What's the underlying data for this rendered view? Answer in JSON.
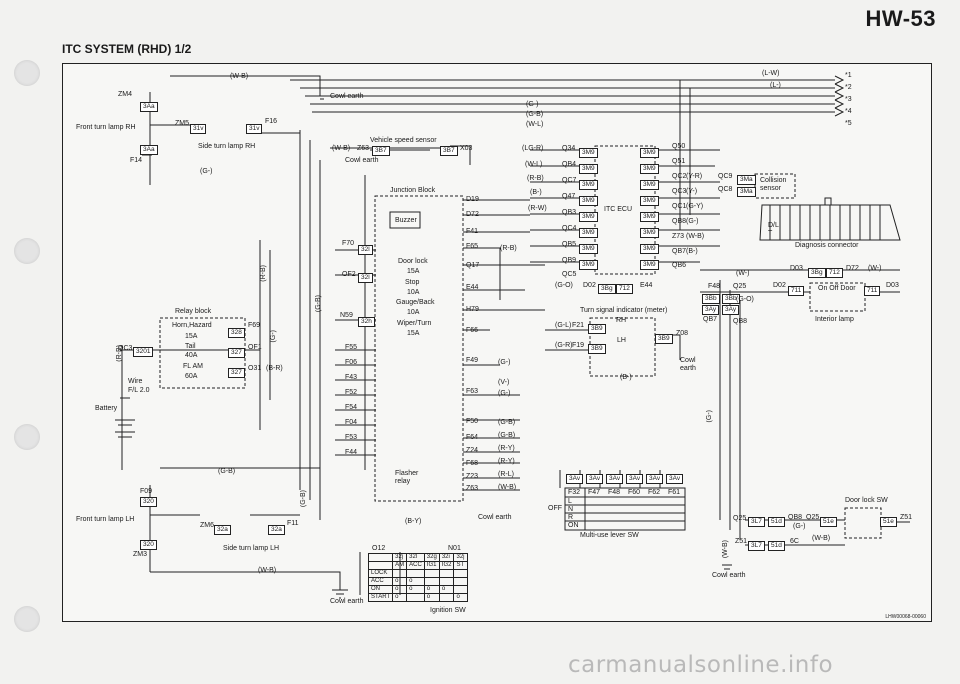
{
  "page_number": "HW-53",
  "title": "ITC SYSTEM (RHD) 1/2",
  "ref_code": "LHW00068-00060",
  "watermark": "carmanualsonline.info",
  "labels": {
    "wire_wb": "(W-B)",
    "cowl_earth_top": "Cowl earth",
    "zm4": "ZM4",
    "b3aa_1": "3Aa",
    "front_turn_rh": "Front turn lamp RH",
    "b3aa_2": "3Aa",
    "f14": "F14",
    "zm5": "ZM5",
    "b31v_1": "31v",
    "b31v_2": "31v",
    "f16": "F16",
    "side_turn_rh": "Side turn lamp RH",
    "wire_g_1": "(G-)",
    "vss_title": "Vehicle speed sensor",
    "vss_wb": "(W-B)",
    "z63": "Z63",
    "b3b7_1": "3B7",
    "b3b7_2": "3B7",
    "x03": "X03",
    "cowl_earth_2": "Cowl earth",
    "junction_block": "Junction Block",
    "buzzer": "Buzzer",
    "relay_block": "Relay block",
    "horn_hazard": "Horn,Hazard",
    "r15a": "15A",
    "tail": "Tail",
    "r40a": "40A",
    "fl_am": "FL AM",
    "r60a": "60A",
    "wire": "Wire",
    "fl20": "F/L 2.0",
    "battery": "Battery",
    "qc3": "QC3",
    "b3201": "3201",
    "f69": "F69",
    "of1": "OF1",
    "o31": "O31",
    "b328": "328",
    "b327_1": "327",
    "b327_2": "327",
    "wire_br_1": "(B-R)",
    "f70": "F70",
    "b32l_1": "32l",
    "of2": "OF2",
    "b32l_2": "32l",
    "n59": "N59",
    "b32h": "32h",
    "f55": "F55",
    "f06": "F06",
    "f43": "F43",
    "f52": "F52",
    "f54": "F54",
    "f04": "F04",
    "f53": "F53",
    "f44": "F44",
    "door_lock": "Door lock",
    "r15a_dl": "15A",
    "stop": "Stop",
    "r10a_stop": "10A",
    "gauge_back": "Gauge/Back",
    "r10a_gauge": "10A",
    "wiper_turn": "Wiper/Turn",
    "r15a_wt": "15A",
    "flasher_relay": "Flasher relay",
    "d19": "D19",
    "d72": "D72",
    "f41": "F41",
    "f65": "F65",
    "q17": "Q17",
    "e44": "E44",
    "h79": "H79",
    "f66": "F66",
    "f49": "F49",
    "f63": "F63",
    "f50": "F50",
    "f64": "F64",
    "z24": "Z24",
    "f68": "F68",
    "z23": "Z23",
    "z63b": "Z63",
    "wire_lgr": "(LG-R)",
    "wire_wl": "(W-L)",
    "wire_rb": "(R-B)",
    "wire_b": "(B-)",
    "wire_rw": "(R-W)",
    "q34": "Q34",
    "qb4": "QB4",
    "qc7": "QC7",
    "q47": "Q47",
    "qb3": "QB3",
    "qc4": "QC4",
    "qb5": "QB5",
    "qb9": "QB9",
    "qc5": "QC5",
    "itc_ecu": "ITC ECU",
    "b3m9": "3M9",
    "q50": "Q50",
    "q51": "Q51",
    "qc2": "QC2",
    "qc3b": "QC3",
    "qc1": "QC1",
    "qb8": "QB8",
    "z73": "Z73",
    "qb7": "QB7",
    "qb6": "QB6",
    "wire_yr": "(Y-R)",
    "wire_y": "(Y-)",
    "wire_gy": "(G-Y)",
    "wire_g2": "(G-)",
    "wire_wb2": "(W-B)",
    "wire_b2": "(B-)",
    "qc9": "QC9",
    "qc8": "QC8",
    "b3ma": "3Ma",
    "collision_sensor": "Collision sensor",
    "diag_connector": "Diagnosis connector",
    "dl_t": "D/L T",
    "wire_lw": "(L-W)",
    "wire_l": "(L-)",
    "arrow1": "*1",
    "arrow2": "*2",
    "arrow3": "*3",
    "arrow4": "*4",
    "arrow5": "*5",
    "wire_top_g": "(G-)",
    "wire_top_gb": "(G-B)",
    "wire_top_wl": "(W-L)",
    "turn_ind_meter": "Turn signal indicator (meter)",
    "go_wire": "(G-O)",
    "d02": "D02",
    "b3bg": "3Bg",
    "b712": "712",
    "e44b": "E44",
    "f21": "F21",
    "f19": "F19",
    "b3b9": "3B9",
    "rh": "RH",
    "lh": "LH",
    "z08": "Z08",
    "cowl_earth_3": "Cowl earth",
    "wire_gl": "(G-L)",
    "wire_gr": "(G-R)",
    "f48": "F48",
    "q25": "Q25",
    "qb7b": "QB7",
    "qb8b": "QB8",
    "b3bb": "3Bb",
    "b3ay": "3Ay",
    "b3bb2": "3Bb",
    "b3ay2": "3Ay",
    "go_wire2": "(G-O)",
    "d03": "D03",
    "d72b": "D72",
    "wire_w": "(W-)",
    "d02b": "D02",
    "d03b": "D03",
    "b711": "711",
    "b711b": "711",
    "on_off_door": "On Off Door",
    "interior_lamp": "Interior lamp",
    "wire_g_rh": "(G-)",
    "wire_v": "(V-)",
    "wire_g_rh2": "(G-)",
    "wire_gb_l": "(G-B)",
    "wire_gb_l2": "(G-B)",
    "wire_ry": "(R-Y)",
    "wire_ry2": "(R-Y)",
    "wire_rl": "(R-L)",
    "wire_wb3": "(W-B)",
    "cowl_earth_4": "Cowl earth",
    "wire_b3": "(B-)",
    "b3av": "3Av",
    "multi_use_lever": "Multi-use lever SW",
    "f32": "F32",
    "f47": "F47",
    "f48b": "F48",
    "f60": "F60",
    "f62": "F62",
    "f61": "F61",
    "off": "OFF",
    "n": "N",
    "r": "R",
    "l": "L",
    "on": "ON",
    "door_lock_sw": "Door lock SW",
    "q25b": "Q25",
    "b3l7": "3L7",
    "b51d": "51d",
    "qb8c": "QB8",
    "q25c": "Q25",
    "b51e": "51e",
    "b51e2": "51e",
    "z51": "Z51",
    "wire_g3": "(G-)",
    "wire_wb4": "(W-B)",
    "z51b": "Z51",
    "b3l7b": "3L7",
    "b51d2": "51d",
    "b6c": "6C",
    "cowl_earth_5": "Cowl earth",
    "wire_wb_vert": "(W-B)",
    "wire_g_vert": "(G-)",
    "f09": "F09",
    "b320a": "320",
    "b320b": "320",
    "front_turn_lh": "Front turn lamp LH",
    "zm3": "ZM3",
    "zm6": "ZM6",
    "b32a": "32a",
    "b32b": "32a",
    "f11": "F11",
    "side_turn_lh": "Side turn lamp LH",
    "wire_gb_bot": "(G-B)",
    "wire_wb_bot": "(W-B)",
    "cowl_earth_6": "Cowl earth",
    "wire_by": "(B-Y)",
    "o12": "O12",
    "n01": "N01",
    "wire_gb_vert": "(G-B)",
    "wire_rb_vert": "(R-B)",
    "wire_gb_vert2": "(G-B)",
    "wire_rb_vert2": "(R-B)",
    "wire_gb_vert3": "(G-B)",
    "ignition_sw": "Ignition SW"
  },
  "ignition_table": {
    "headers": [
      "",
      "AM",
      "ACC",
      "IG1",
      "IG2",
      "ST"
    ],
    "pins": [
      "32j",
      "32l",
      "32g",
      "32i",
      "32j"
    ],
    "rows": [
      "LOCK",
      "ACC",
      "ON",
      "START"
    ]
  }
}
